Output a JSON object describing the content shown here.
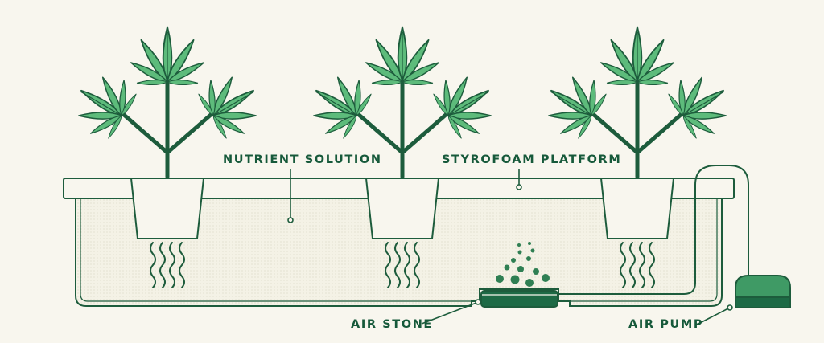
{
  "labels": {
    "nutrient_solution": "NUTRIENT SOLUTION",
    "styrofoam_platform": "STYROFOAM PLATFORM",
    "air_stone": "AIR STONE",
    "air_pump": "AIR PUMP"
  },
  "colors": {
    "background": "#f8f6ee",
    "outline": "#1d5c3c",
    "leaf_fill": "#5dbb7b",
    "pump_fill": "#3f9a65",
    "stone_fill": "#1d6a45",
    "water_fill": "#f1efe2"
  },
  "plants": [
    {
      "name": "plant-left"
    },
    {
      "name": "plant-middle"
    },
    {
      "name": "plant-right"
    }
  ],
  "icons": {
    "plant": "cannabis-plant-icon",
    "pot": "net-pot-icon",
    "roots": "roots-icon",
    "bubbles": "air-bubbles-icon",
    "air_stone": "air-stone-icon",
    "air_pump": "air-pump-icon"
  }
}
